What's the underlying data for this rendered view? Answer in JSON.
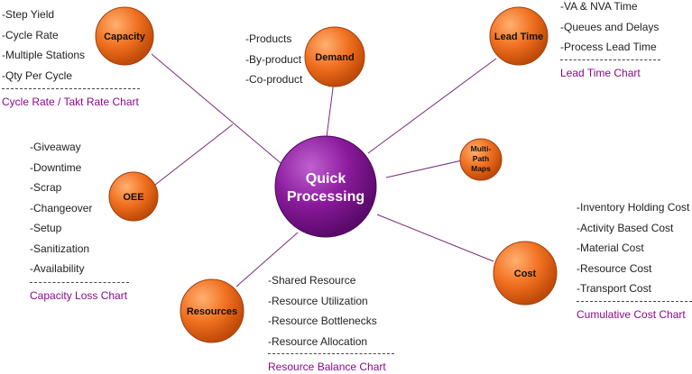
{
  "center": {
    "line1": "Quick",
    "line2": "Processing"
  },
  "nodes": {
    "capacity": "Capacity",
    "demand": "Demand",
    "lead_time": "Lead Time",
    "multi_path": [
      "Multi-",
      "Path",
      "Maps"
    ],
    "oee": "OEE",
    "cost": "Cost",
    "resources": "Resources"
  },
  "lists": {
    "capacity": [
      "-Step Yield",
      "-Cycle Rate",
      "-Multiple Stations",
      "-Qty Per Cycle"
    ],
    "demand": [
      "-Products",
      "-By-product",
      "-Co-product"
    ],
    "lead_time": [
      "-VA & NVA Time",
      "-Queues and Delays",
      "-Process Lead Time"
    ],
    "oee": [
      "-Giveaway",
      "-Downtime",
      "-Scrap",
      "-Changeover",
      "-Setup",
      "-Sanitization",
      "-Availability"
    ],
    "cost": [
      "-Inventory Holding Cost",
      "-Activity Based Cost",
      "-Material Cost",
      "-Resource Cost",
      "-Transport Cost"
    ],
    "resources": [
      "-Shared Resource",
      "-Resource Utilization",
      "-Resource Bottlenecks",
      "-Resource Allocation"
    ]
  },
  "links": {
    "capacity": "Cycle Rate / Takt Rate Chart",
    "lead_time": "Lead Time Chart",
    "oee": "Capacity Loss Chart",
    "cost": "Cumulative Cost Chart",
    "resources": "Resource Balance Chart"
  },
  "colors": {
    "center_fill": "#8a1a9b",
    "node_fill": "#f07020",
    "link_text": "#8a0a8a",
    "connector": "#7a2a7a"
  }
}
